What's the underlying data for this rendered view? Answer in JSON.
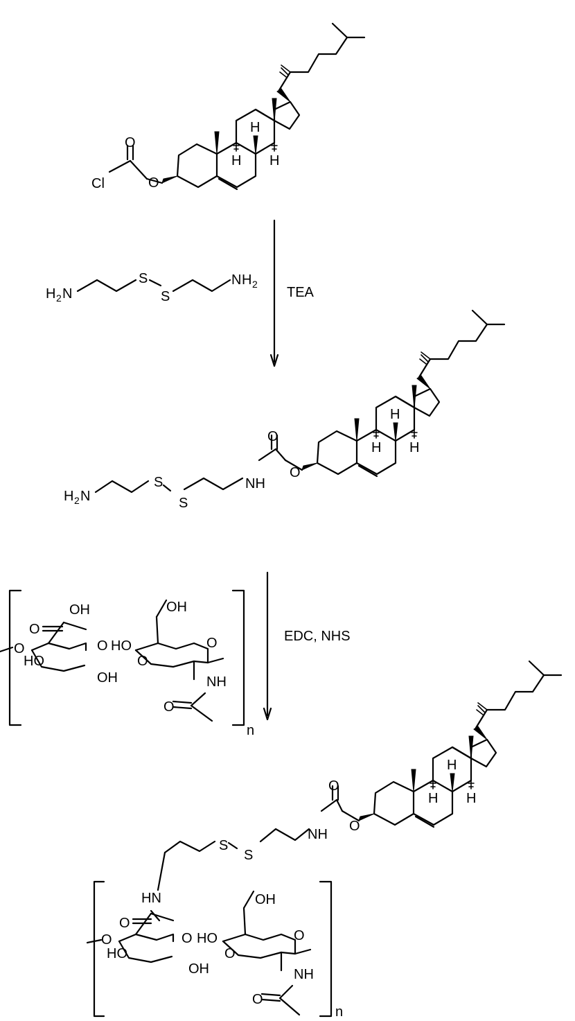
{
  "reagents": {
    "step1_reagent": "TEA",
    "step2_reagent": "EDC, NHS"
  },
  "labels": {
    "H": "H",
    "O": "O",
    "Cl": "Cl",
    "N": "N",
    "S": "S",
    "NH": "NH",
    "HN": "HN",
    "OH": "OH",
    "HO": "HO",
    "H2": "H",
    "sub2": "2",
    "n": "n"
  }
}
